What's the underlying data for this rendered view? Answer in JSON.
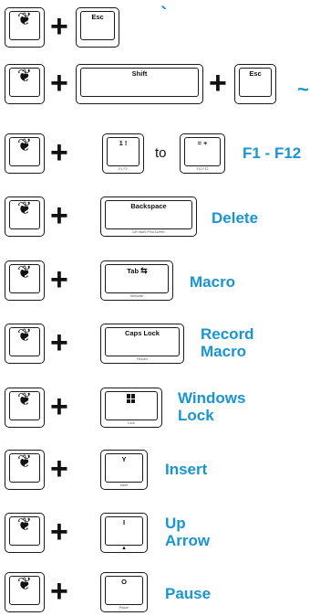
{
  "fn_key": {
    "icon": "fn-logo-icon",
    "glyph": "❦"
  },
  "plus": "+",
  "rows": [
    {
      "key": "Esc",
      "sub": "",
      "result": "`"
    },
    {
      "key": "Shift",
      "key2": "Esc",
      "result": "~"
    },
    {
      "key": "1 !",
      "sub": "F1 F2",
      "connector": "to",
      "key2": "= +",
      "sub2": "F11 F12",
      "result": "F1 - F12"
    },
    {
      "key": "Backspace",
      "sub": "Del Insert Print Screen",
      "result": "Delete"
    },
    {
      "key": "Tab",
      "sub": "fxBrowse",
      "result": "Macro"
    },
    {
      "key": "Caps Lock",
      "sub": "Record",
      "result_line1": "Record",
      "result_line2": "Macro"
    },
    {
      "key": "windows-logo-icon",
      "sub": "Lock",
      "result_line1": "Windows",
      "result_line2": "Lock"
    },
    {
      "key": "Y",
      "sub": "Insert",
      "result": "Insert"
    },
    {
      "key": "I",
      "sub": "▲",
      "result_line1": "Up",
      "result_line2": "Arrow"
    },
    {
      "key": "O",
      "sub": "Pause",
      "result": "Pause"
    }
  ]
}
